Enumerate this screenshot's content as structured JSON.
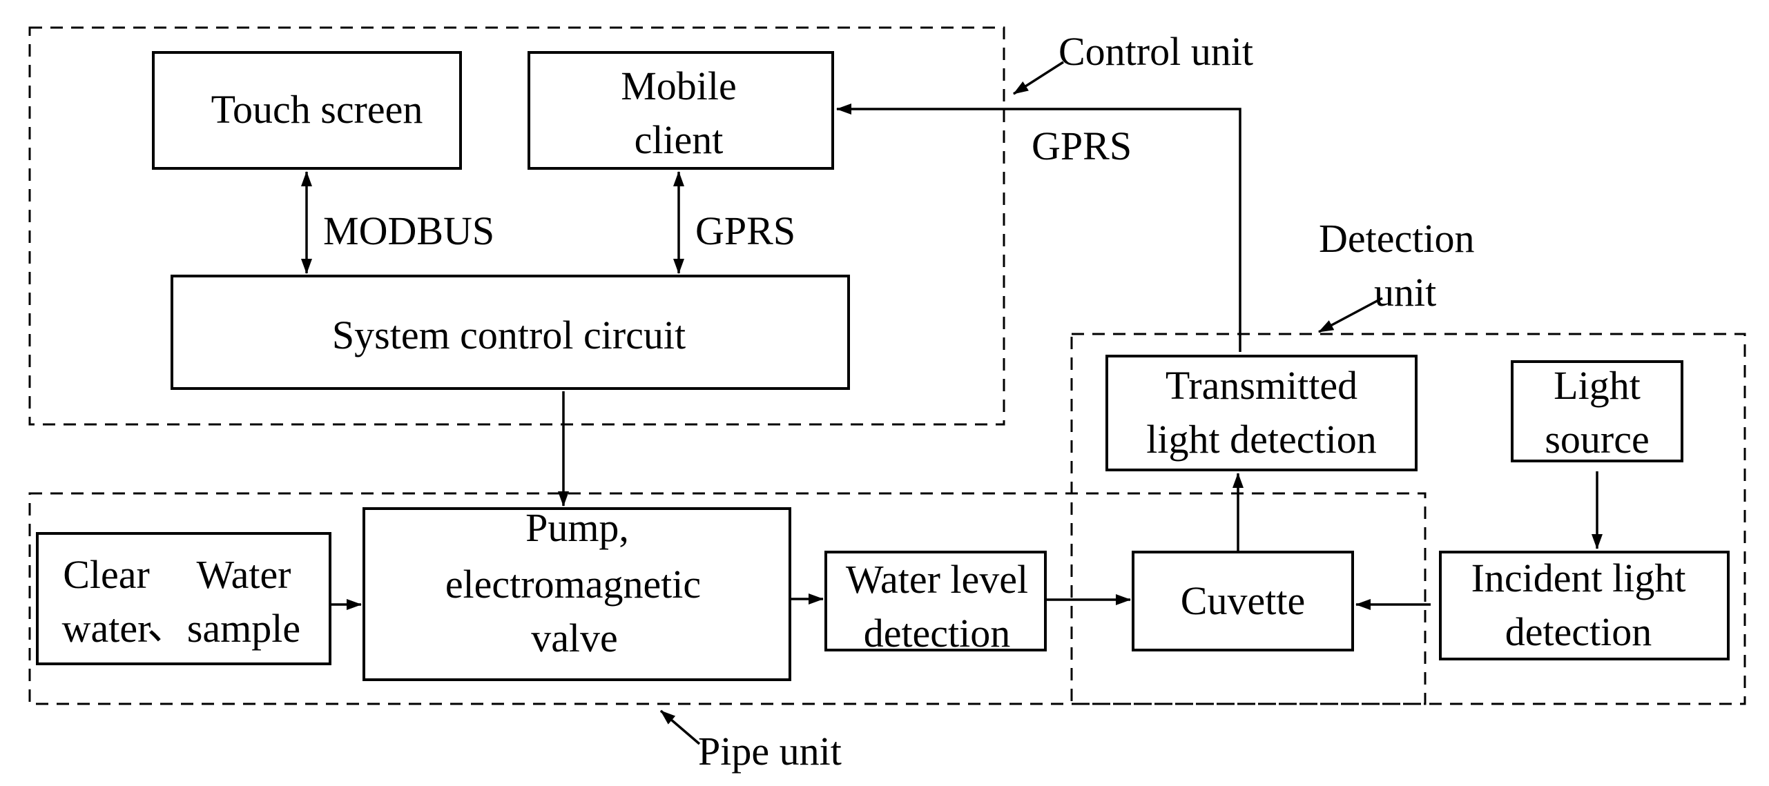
{
  "diagram": {
    "groups": {
      "control_unit": "Control unit",
      "detection_unit": [
        "Detection",
        "unit"
      ],
      "pipe_unit": "Pipe unit"
    },
    "nodes": {
      "touch_screen": [
        "Touch screen"
      ],
      "mobile_client": [
        "Mobile",
        "client"
      ],
      "system_control_circuit": [
        "System control circuit"
      ],
      "clear_water": [
        "Clear",
        "water"
      ],
      "separator": "、",
      "water_sample": [
        "Water",
        "sample"
      ],
      "pump_valve": [
        "Pump,",
        "electromagnetic",
        "valve"
      ],
      "water_level_detection": [
        "Water level",
        "detection"
      ],
      "cuvette": [
        "Cuvette"
      ],
      "transmitted_light_detection": [
        "Transmitted",
        "light detection"
      ],
      "light_source": [
        "Light",
        "source"
      ],
      "incident_light_detection": [
        "Incident light",
        "detection"
      ]
    },
    "edge_labels": {
      "touch_to_system": "MODBUS",
      "mobile_to_system": "GPRS",
      "transmitted_to_mobile": "GPRS"
    }
  }
}
